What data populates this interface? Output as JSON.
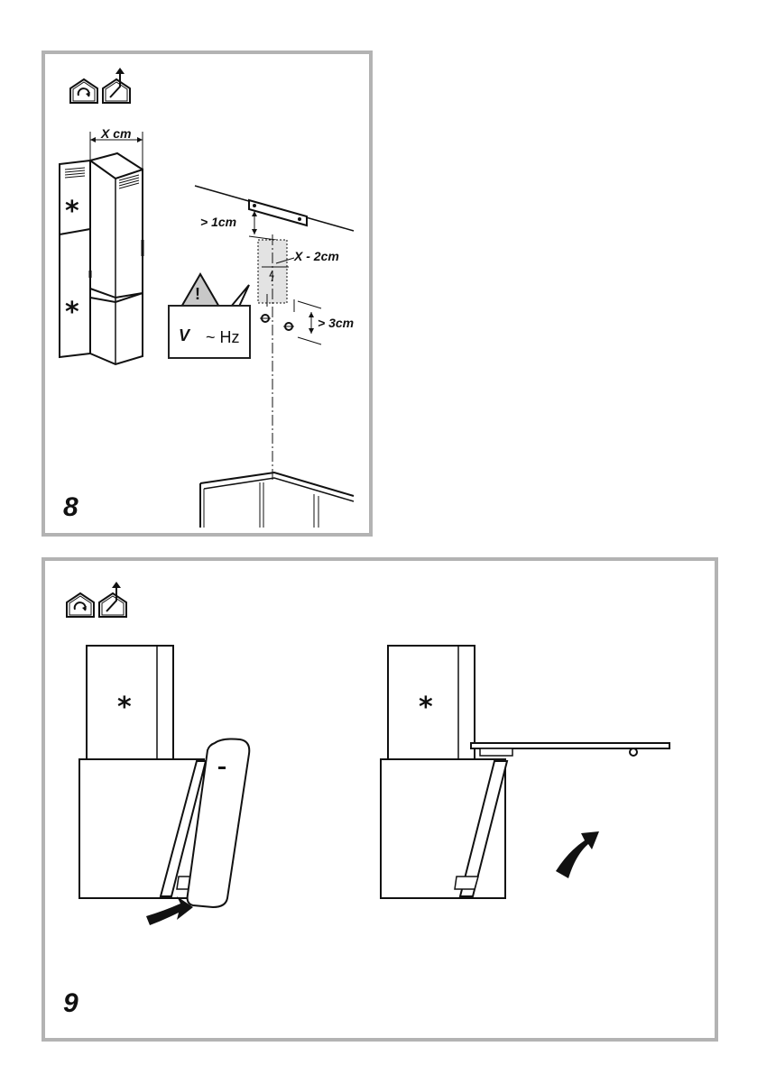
{
  "panel8": {
    "figure_number": "8",
    "icons": [
      "recirculation-house-icon",
      "extraction-house-icon"
    ],
    "labels": {
      "chimney_width": "X cm",
      "bracket_gap": "> 1cm",
      "socket_width": "X - 2cm",
      "screw_gap": "> 3cm"
    },
    "warning": {
      "symbol": "!",
      "voltage": "V",
      "frequency": "~ Hz"
    },
    "asterisk": "*"
  },
  "panel9": {
    "figure_number": "9",
    "icons": [
      "recirculation-house-icon",
      "extraction-house-icon"
    ],
    "asterisk": "*"
  }
}
